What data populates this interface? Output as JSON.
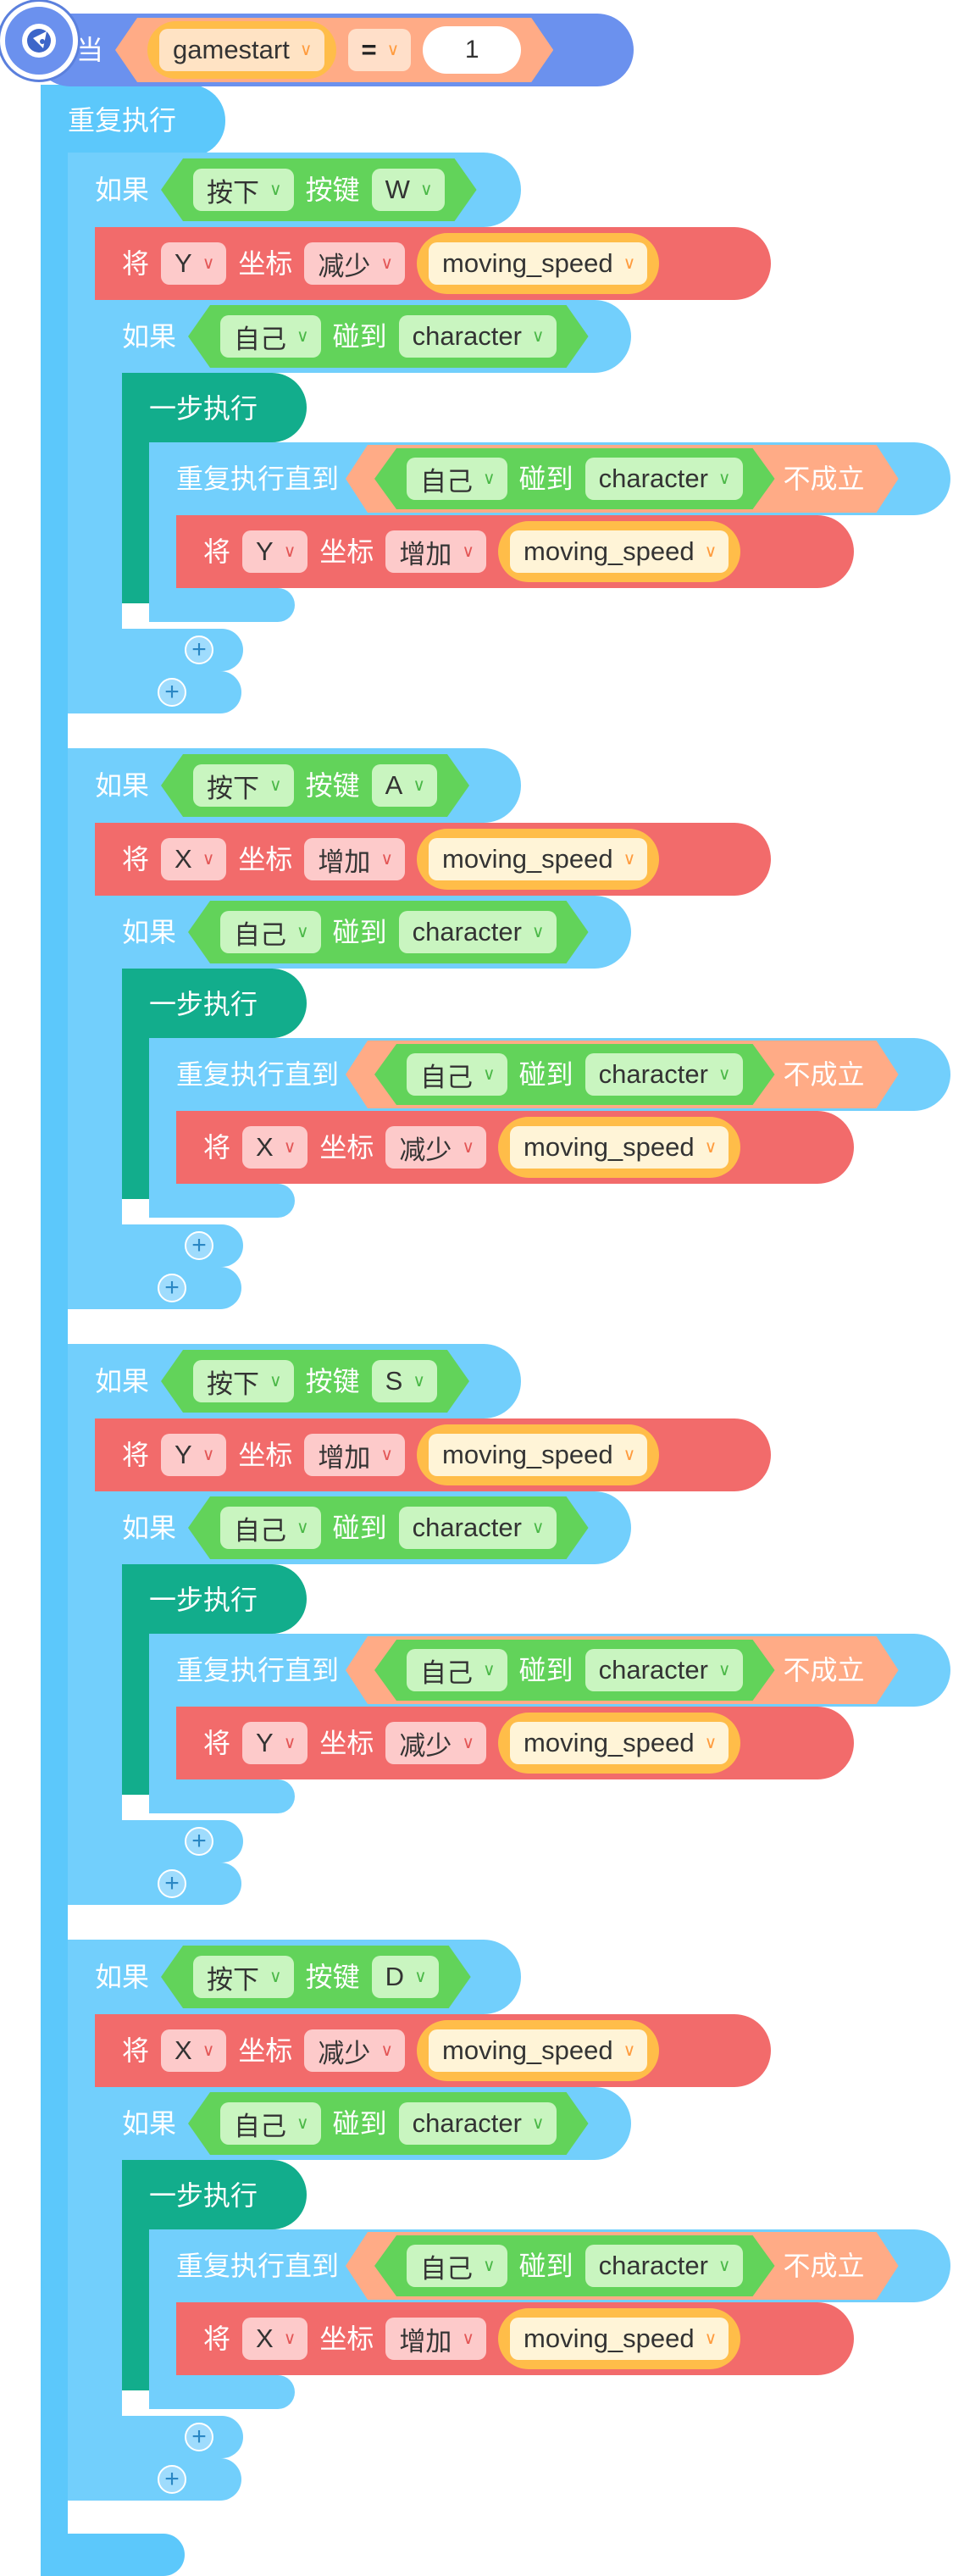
{
  "hat": {
    "label": "当",
    "variable": "gamestart",
    "operator": "=",
    "value": "1"
  },
  "forever_label": "重复执行",
  "blocks": [
    {
      "if_label": "如果",
      "key_pressed": "按下",
      "key_label": "按键",
      "key": "W",
      "set_label": "将",
      "axis": "Y",
      "coord_label": "坐标",
      "op": "减少",
      "speed": "moving_speed",
      "if2_label": "如果",
      "self": "自己",
      "touch": "碰到",
      "target": "character",
      "step_label": "一步执行",
      "repeat_label": "重复执行直到",
      "not_label": "不成立",
      "inner_set": "将",
      "inner_axis": "Y",
      "inner_coord": "坐标",
      "inner_op": "增加",
      "inner_speed": "moving_speed"
    },
    {
      "if_label": "如果",
      "key_pressed": "按下",
      "key_label": "按键",
      "key": "A",
      "set_label": "将",
      "axis": "X",
      "coord_label": "坐标",
      "op": "增加",
      "speed": "moving_speed",
      "if2_label": "如果",
      "self": "自己",
      "touch": "碰到",
      "target": "character",
      "step_label": "一步执行",
      "repeat_label": "重复执行直到",
      "not_label": "不成立",
      "inner_set": "将",
      "inner_axis": "X",
      "inner_coord": "坐标",
      "inner_op": "减少",
      "inner_speed": "moving_speed"
    },
    {
      "if_label": "如果",
      "key_pressed": "按下",
      "key_label": "按键",
      "key": "S",
      "set_label": "将",
      "axis": "Y",
      "coord_label": "坐标",
      "op": "增加",
      "speed": "moving_speed",
      "if2_label": "如果",
      "self": "自己",
      "touch": "碰到",
      "target": "character",
      "step_label": "一步执行",
      "repeat_label": "重复执行直到",
      "not_label": "不成立",
      "inner_set": "将",
      "inner_axis": "Y",
      "inner_coord": "坐标",
      "inner_op": "减少",
      "inner_speed": "moving_speed"
    },
    {
      "if_label": "如果",
      "key_pressed": "按下",
      "key_label": "按键",
      "key": "D",
      "set_label": "将",
      "axis": "X",
      "coord_label": "坐标",
      "op": "减少",
      "speed": "moving_speed",
      "if2_label": "如果",
      "self": "自己",
      "touch": "碰到",
      "target": "character",
      "step_label": "一步执行",
      "repeat_label": "重复执行直到",
      "not_label": "不成立",
      "inner_set": "将",
      "inner_axis": "X",
      "inner_coord": "坐标",
      "inner_op": "增加",
      "inner_speed": "moving_speed"
    }
  ],
  "plus": "+",
  "colors": {
    "control": "#5cc8fb",
    "hat": "#6b91ee",
    "step": "#12ad8c",
    "motion": "#f26b6b",
    "sensing": "#62d35a",
    "operator": "#ffab86",
    "variable": "#ffbd49"
  }
}
